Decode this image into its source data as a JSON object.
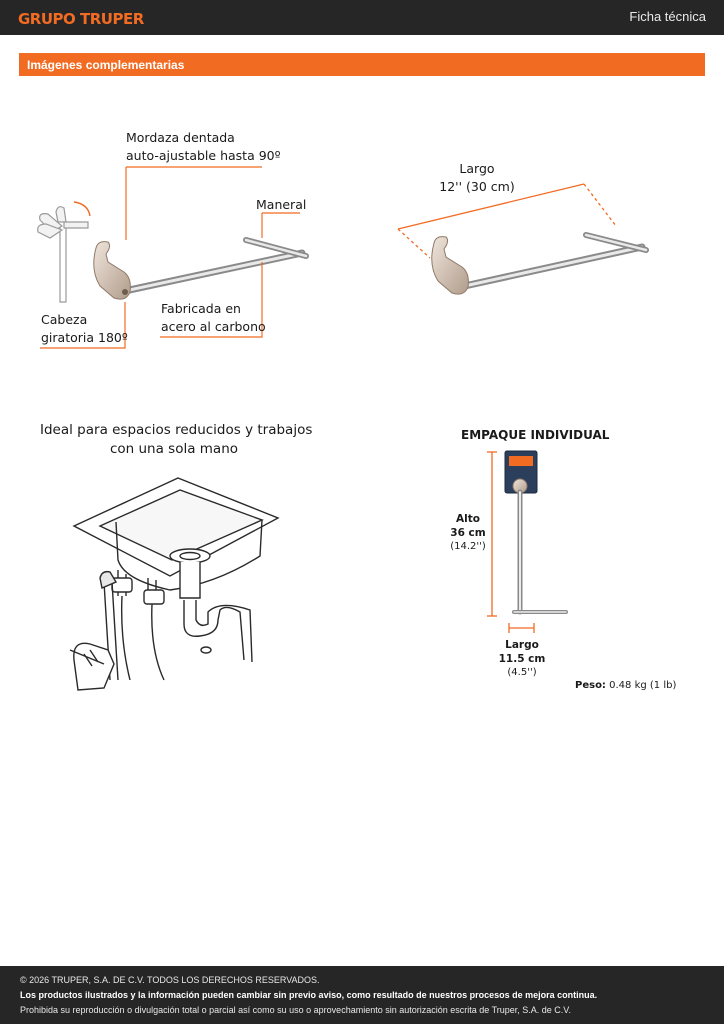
{
  "header": {
    "brand": "GRUPO TRUPER",
    "doc_type": "Ficha técnica"
  },
  "section": {
    "title": "Imágenes complementarias"
  },
  "features": {
    "jaw_line1": "Mordaza dentada",
    "jaw_line2": "auto-ajustable hasta 90º",
    "handle": "Maneral",
    "head_line1": "Cabeza",
    "head_line2": "giratoria 180º",
    "material_line1": "Fabricada en",
    "material_line2": "acero al carbono"
  },
  "length": {
    "label": "Largo",
    "value": "12'' (30 cm)"
  },
  "usage": {
    "line1": "Ideal para espacios reducidos y trabajos",
    "line2": "con una sola mano"
  },
  "packaging": {
    "title": "EMPAQUE INDIVIDUAL",
    "height_label": "Alto",
    "height_metric": "36 cm",
    "height_imperial": "(14.2'')",
    "width_label": "Largo",
    "width_metric": "11.5 cm",
    "width_imperial": "(4.5'')",
    "weight_label": "Peso:",
    "weight_value": "0.48 kg (1 lb)"
  },
  "colors": {
    "accent": "#f26b22",
    "dark": "#262626"
  },
  "footer": {
    "copyright": "© 2026 TRUPER, S.A. DE C.V. TODOS LOS DERECHOS RESERVADOS.",
    "notice": "Los productos ilustrados y la información pueden cambiar sin previo aviso, como resultado de nuestros procesos de mejora continua.",
    "legal": "Prohibida su reproducción o divulgación total o parcial así como su uso o aprovechamiento sin autorización escrita de Truper, S.A. de C.V."
  }
}
